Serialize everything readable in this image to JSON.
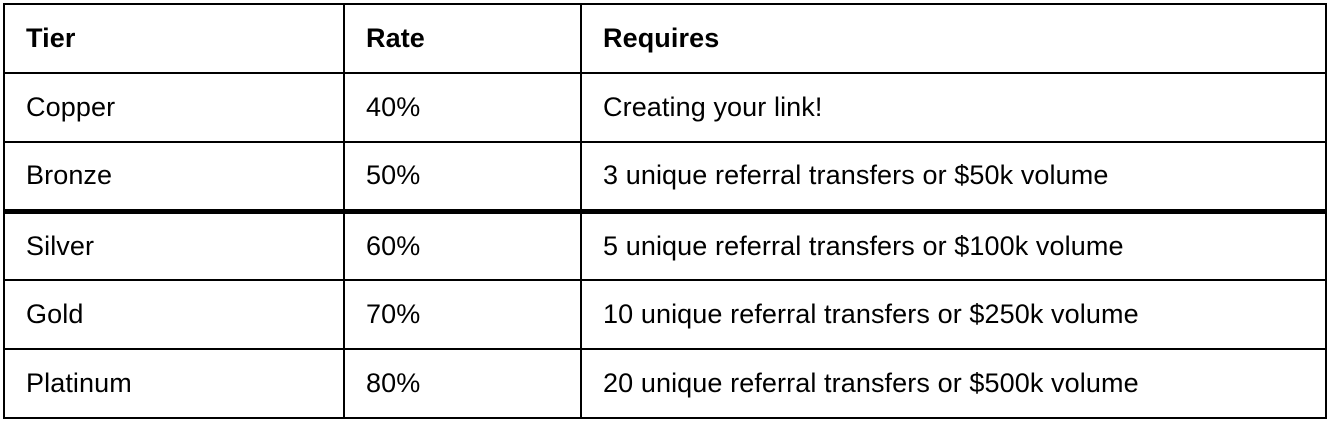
{
  "table": {
    "name": "referral-tier-table",
    "columns": [
      {
        "key": "tier",
        "label": "Tier"
      },
      {
        "key": "rate",
        "label": "Rate"
      },
      {
        "key": "requires",
        "label": "Requires"
      }
    ],
    "rows": [
      {
        "tier": "Copper",
        "rate": "40%",
        "requires": "Creating your link!"
      },
      {
        "tier": "Bronze",
        "rate": "50%",
        "requires": "3 unique referral transfers or $50k volume"
      },
      {
        "tier": "Silver",
        "rate": "60%",
        "requires": "5 unique referral transfers or $100k volume"
      },
      {
        "tier": "Gold",
        "rate": "70%",
        "requires": "10 unique referral transfers or $250k volume"
      },
      {
        "tier": "Platinum",
        "rate": "80%",
        "requires": "20 unique referral transfers or $500k volume"
      }
    ]
  },
  "colors": {
    "border": "#000000",
    "text": "#000000",
    "background": "#ffffff"
  }
}
